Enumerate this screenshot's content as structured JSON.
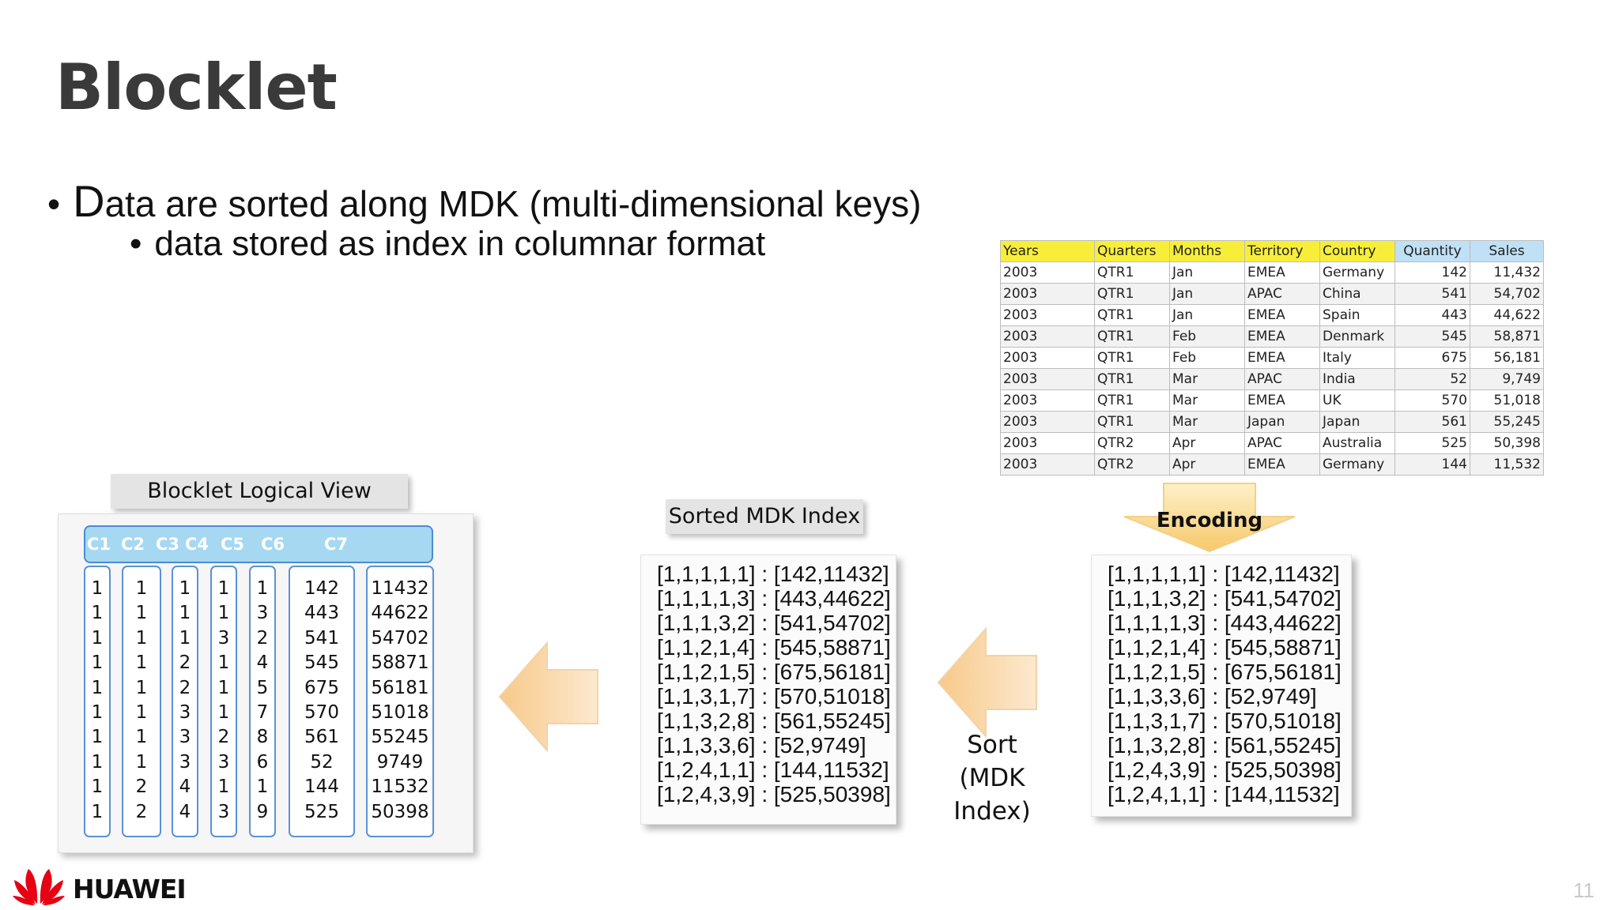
{
  "slide": {
    "title": "Blocklet",
    "bullet1_first": "D",
    "bullet1_rest": "ata are sorted along MDK (multi-dimensional keys)",
    "bullet2": "data stored as index in columnar format",
    "page_number": "11"
  },
  "source_table": {
    "headers": [
      "Years",
      "Quarters",
      "Months",
      "Territory",
      "Country",
      "Quantity",
      "Sales"
    ],
    "rows": [
      [
        "2003",
        "QTR1",
        "Jan",
        "EMEA",
        "Germany",
        "142",
        "11,432"
      ],
      [
        "2003",
        "QTR1",
        "Jan",
        "APAC",
        "China",
        "541",
        "54,702"
      ],
      [
        "2003",
        "QTR1",
        "Jan",
        "EMEA",
        "Spain",
        "443",
        "44,622"
      ],
      [
        "2003",
        "QTR1",
        "Feb",
        "EMEA",
        "Denmark",
        "545",
        "58,871"
      ],
      [
        "2003",
        "QTR1",
        "Feb",
        "EMEA",
        "Italy",
        "675",
        "56,181"
      ],
      [
        "2003",
        "QTR1",
        "Mar",
        "APAC",
        "India",
        "52",
        "9,749"
      ],
      [
        "2003",
        "QTR1",
        "Mar",
        "EMEA",
        "UK",
        "570",
        "51,018"
      ],
      [
        "2003",
        "QTR1",
        "Mar",
        "Japan",
        "Japan",
        "561",
        "55,245"
      ],
      [
        "2003",
        "QTR2",
        "Apr",
        "APAC",
        "Australia",
        "525",
        "50,398"
      ],
      [
        "2003",
        "QTR2",
        "Apr",
        "EMEA",
        "Germany",
        "144",
        "11,532"
      ]
    ]
  },
  "encoding": {
    "label": "Encoding",
    "lines": [
      "[1,1,1,1,1] : [142,11432]",
      "[1,1,1,3,2] : [541,54702]",
      "[1,1,1,1,3] : [443,44622]",
      "[1,1,2,1,4] : [545,58871]",
      "[1,1,2,1,5] : [675,56181]",
      "[1,1,3,3,6] : [52,9749]",
      "[1,1,3,1,7] : [570,51018]",
      "[1,1,3,2,8] : [561,55245]",
      "[1,2,4,3,9] : [525,50398]",
      "[1,2,4,1,1] : [144,11532]"
    ]
  },
  "sort": {
    "label_line1": "Sort",
    "label_line2": "(MDK Index)"
  },
  "sorted_index": {
    "label": "Sorted MDK Index",
    "lines": [
      "[1,1,1,1,1] : [142,11432]",
      "[1,1,1,1,3] : [443,44622]",
      "[1,1,1,3,2] : [541,54702]",
      "[1,1,2,1,4] : [545,58871]",
      "[1,1,2,1,5] : [675,56181]",
      "[1,1,3,1,7] : [570,51018]",
      "[1,1,3,2,8] : [561,55245]",
      "[1,1,3,3,6] : [52,9749]",
      "[1,2,4,1,1] : [144,11532]",
      "[1,2,4,3,9] : [525,50398]"
    ]
  },
  "logical_view": {
    "label": "Blocklet Logical View",
    "headers": [
      "C1",
      "C2",
      "C3",
      "C4",
      "C5",
      "C6",
      "C7"
    ],
    "columns": [
      [
        "1",
        "1",
        "1",
        "1",
        "1",
        "1",
        "1",
        "1",
        "1",
        "1"
      ],
      [
        "1",
        "1",
        "1",
        "1",
        "1",
        "1",
        "1",
        "1",
        "2",
        "2"
      ],
      [
        "1",
        "1",
        "1",
        "2",
        "2",
        "3",
        "3",
        "3",
        "4",
        "4"
      ],
      [
        "1",
        "1",
        "3",
        "1",
        "1",
        "1",
        "2",
        "3",
        "1",
        "3"
      ],
      [
        "1",
        "3",
        "2",
        "4",
        "5",
        "7",
        "8",
        "6",
        "1",
        "9"
      ],
      [
        "142",
        "443",
        "541",
        "545",
        "675",
        "570",
        "561",
        "52",
        "144",
        "525"
      ],
      [
        "11432",
        "44622",
        "54702",
        "58871",
        "56181",
        "51018",
        "55245",
        "9749",
        "11532",
        "50398"
      ]
    ]
  },
  "logo": {
    "text": "HUAWEI",
    "color": "#e60012"
  }
}
